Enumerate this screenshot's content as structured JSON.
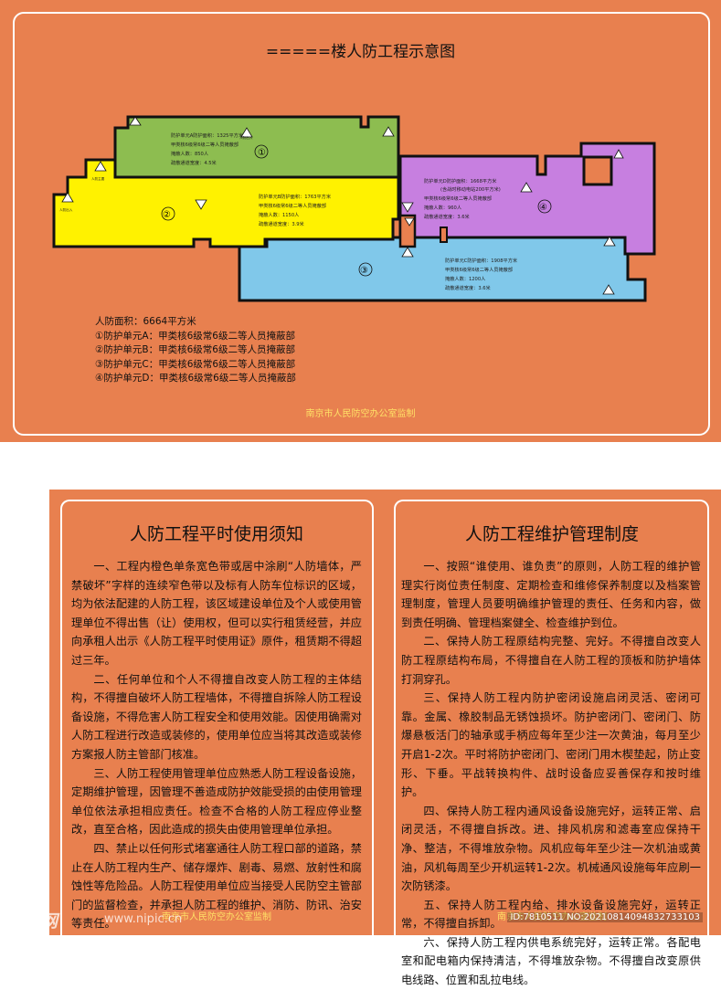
{
  "map": {
    "title": "=====楼人防工程示意图",
    "units": [
      {
        "number": "①",
        "area": "防护单元A防护面积：1325平方米",
        "class_line": "甲类核6级常6级二等人员掩蔽部",
        "capacity": "掩蔽人数：850人",
        "corridor": "疏散通道宽度：4.5米"
      },
      {
        "number": "②",
        "area": "防护单元B防护面积：1763平方米",
        "class_line": "甲类核6级常6级二等人员掩蔽部",
        "capacity": "掩蔽人数：1150人",
        "corridor": "疏散通道宽度：3.9米"
      },
      {
        "number": "③",
        "area": "防护单元C防护面积：1908平方米",
        "class_line": "甲类核6级常6级二等人员掩蔽部",
        "capacity": "掩蔽人数：1200人",
        "corridor": "疏散通道宽度：3.6米"
      },
      {
        "number": "④",
        "area": "防护单元D防护面积：1668平方米",
        "note": "(含战时移动电站200平方米)",
        "class_line": "甲类核6级常6级二等人员掩蔽部",
        "capacity": "掩蔽人数：960人",
        "corridor": "疏散通道宽度：3.6米"
      }
    ],
    "entrance_label": "人防主要",
    "entrance_label_b": "人防出入",
    "colors": {
      "unit_a": "#8dbd50",
      "unit_b": "#fff200",
      "unit_c": "#80c8ea",
      "unit_d": "#c77fe0",
      "background": "#e8804f"
    }
  },
  "legend": {
    "total": "人防面积：6664平方米",
    "lines": [
      "①防护单元A：甲类核6级常6级二等人员掩蔽部",
      "②防护单元B：甲类核6级常6级二等人员掩蔽部",
      "③防护单元C：甲类核6级常6级二等人员掩蔽部",
      "④防护单元D：甲类核6级常6级二等人员掩蔽部"
    ]
  },
  "top_footer": "南京市人民防空办公室监制",
  "usage_notice": {
    "title": "人防工程平时使用须知",
    "paragraphs": [
      "一、工程内橙色单条宽色带或居中涂刷“人防墙体，严禁破坏”字样的连续窄色带以及标有人防车位标识的区域，均为依法配建的人防工程，该区域建设单位及个人或使用管理单位不得出售（让）使用权，但可以实行租赁经营，并应向承租人出示《人防工程平时使用证》原件，租赁期不得超过三年。",
      "二、任何单位和个人不得擅自改变人防工程的主体结构，不得擅自破坏人防工程墙体，不得擅自拆除人防工程设备设施，不得危害人防工程安全和使用效能。因使用确需对人防工程进行改造或装修的，使用单位应当将其改造或装修方案报人防主管部门核准。",
      "三、人防工程使用管理单位应熟悉人防工程设备设施，定期维护管理，因管理不善造成防护效能受损的由使用管理单位依法承担相应责任。检查不合格的人防工程应停业整改，直至合格，因此造成的损失由使用管理单位承担。",
      "四、禁止以任何形式堵塞通往人防工程口部的道路，禁止在人防工程内生产、储存爆炸、剧毒、易燃、放射性和腐蚀性等危险品。人防工程使用单位应当接受人民防空主管部门的监督检查，并承担人防工程的维护、消防、防讯、治安等责任。"
    ],
    "footer": "南京市人民防空办公室监制"
  },
  "maintenance_rules": {
    "title": "人防工程维护管理制度",
    "paragraphs": [
      "一、按照“谁使用、谁负责”的原则，人防工程的维护管理实行岗位责任制度、定期检查和维修保养制度以及档案管理制度，管理人员要明确维护管理的责任、任务和内容，做到责任明确、管理档案健全、检查维护到位。",
      "二、保持人防工程原结构完整、完好。不得擅自改变人防工程原结构布局，不得擅自在人防工程的顶板和防护墙体打洞穿孔。",
      "三、保持人防工程内防护密闭设施启闭灵活、密闭可靠。金属、橡胶制品无锈蚀损坏。防护密闭门、密闭门、防爆悬板活门的轴承或手柄应每年至少注一次黄油，每月至少开启1-2次。平时将防护密闭门、密闭门用木楔垫起，防止变形、下垂。平战转换构件、战时设备应妥善保存和按时维护。",
      "四、保持人防工程内通风设备设施完好，运转正常、启闭灵活，不得擅自拆改。进、排风机房和滤毒室应保持干净、整洁，不得堆放杂物。风机应每年至少注一次机油或黄油，风机每周至少开机运转1-2次。机械通风设施每年应刷一次防锈漆。",
      "五、保持人防工程内给、排水设备设施完好，运转正常，不得擅自拆卸。",
      "六、保持人防工程内供电系统完好，运转正常。各配电室和配电箱内保持清洁，不得堆放杂物。不得擅自改变原供电线路、位置和乱拉电线。"
    ],
    "footer": "南京市人民防空办公室监制"
  },
  "watermark": {
    "logo": "昵享网",
    "url": "www.nipic.cn",
    "id": "ID:7810511 NO:20210814094832733103"
  }
}
